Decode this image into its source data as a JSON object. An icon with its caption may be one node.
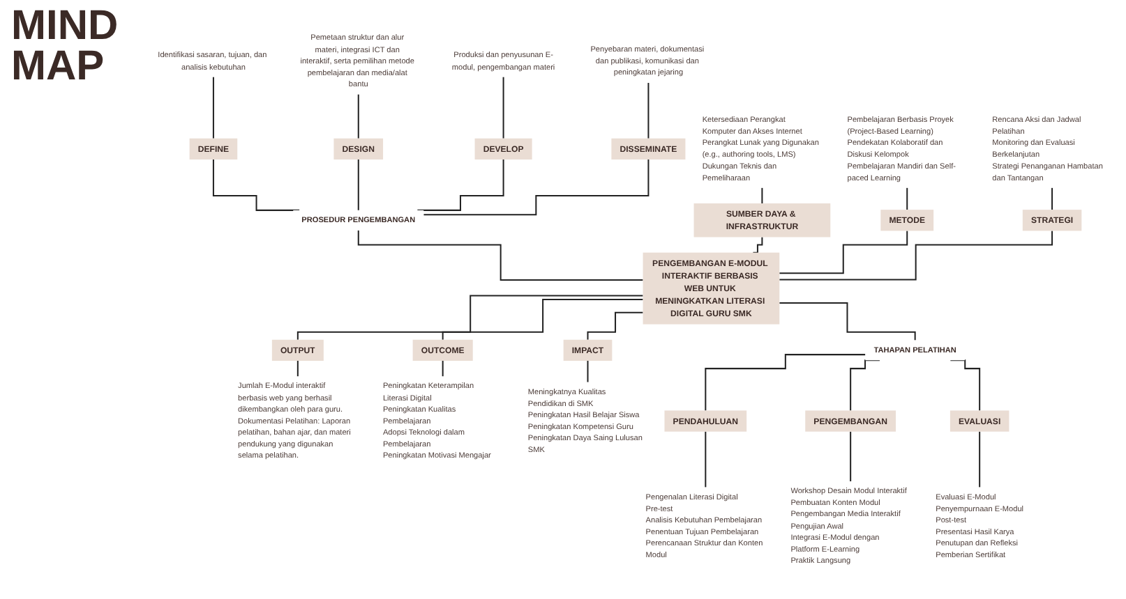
{
  "diagram": {
    "title": "MIND MAP",
    "nodes": [
      {
        "text": [
          "Identifikasi sasaran, tujuan, dan analisis kebutuhan"
        ]
      },
      {
        "text": [
          "Pemetaan struktur dan alur materi, integrasi ICT dan interaktif, serta pemilihan metode pembelajaran dan media/alat bantu"
        ]
      },
      {
        "text": [
          "Produksi dan penyusunan E-modul, pengembangan materi"
        ]
      },
      {
        "text": [
          "Penyebaran materi, dokumentasi dan publikasi, komunikasi dan peningkatan jejaring"
        ]
      },
      {
        "text": [
          "DEFINE"
        ]
      },
      {
        "text": [
          "DESIGN"
        ]
      },
      {
        "text": [
          "DEVELOP"
        ]
      },
      {
        "text": [
          "DISSEMINATE"
        ]
      },
      {
        "text": [
          "Ketersediaan Perangkat Komputer dan Akses Internet",
          "Perangkat Lunak yang Digunakan (e.g., authoring tools, LMS)",
          "Dukungan Teknis dan Pemeliharaan"
        ]
      },
      {
        "text": [
          "PROSEDUR PENGEMBANGAN"
        ]
      },
      {
        "text": [
          "SUMBER DAYA & INFRASTRUKTUR"
        ]
      },
      {
        "text": [
          "OUTPUT"
        ]
      },
      {
        "text": [
          "Jumlah E-Modul interaktif berbasis web yang berhasil dikembangkan oleh para guru.",
          "Dokumentasi Pelatihan: Laporan pelatihan, bahan ajar, dan materi pendukung yang digunakan selama pelatihan."
        ]
      },
      {
        "text": [
          "Pembelajaran Berbasis Proyek (Project-Based Learning)",
          "Pendekatan Kolaboratif dan Diskusi Kelompok",
          "Pembelajaran Mandiri dan Self-paced Learning"
        ]
      },
      {
        "text": [
          "METODE"
        ]
      },
      {
        "text": [
          "PENGEMBANGAN E-MODUL INTERAKTIF BERBASIS WEB UNTUK MENINGKATKAN LITERASI DIGITAL GURU SMK"
        ]
      },
      {
        "text": [
          "OUTCOME"
        ]
      },
      {
        "text": [
          "Peningkatan Keterampilan Literasi Digital",
          "Peningkatan Kualitas Pembelajaran",
          "Adopsi Teknologi dalam Pembelajaran",
          "Peningkatan Motivasi Mengajar"
        ]
      },
      {
        "text": [
          "Rencana Aksi dan Jadwal Pelatihan",
          "Monitoring dan Evaluasi Berkelanjutan",
          "Strategi Penanganan Hambatan dan Tantangan"
        ]
      },
      {
        "text": [
          "STRATEGI"
        ]
      },
      {
        "text": [
          "IMPACT"
        ]
      },
      {
        "text": [
          "Meningkatnya Kualitas Pendidikan di SMK",
          "Peningkatan Hasil Belajar Siswa",
          "Peningkatan Kompetensi Guru",
          "Peningkatan Daya Saing Lulusan SMK"
        ]
      },
      {
        "text": [
          "TAHAPAN PELATIHAN"
        ]
      },
      {
        "text": [
          "PENDAHULUAN"
        ]
      },
      {
        "text": [
          "PENGEMBANGAN"
        ]
      },
      {
        "text": [
          "EVALUASI"
        ]
      },
      {
        "text": [
          "Pengenalan Literasi Digital",
          "Pre-test",
          "Analisis Kebutuhan Pembelajaran",
          "Penentuan Tujuan Pembelajaran",
          "Perencanaan Struktur dan Konten Modul"
        ]
      },
      {
        "text": [
          "Workshop Desain Modul Interaktif",
          "Pembuatan Konten Modul",
          "Pengembangan Media Interaktif",
          "Pengujian Awal",
          "Integrasi E-Modul dengan Platform E-Learning",
          "Praktik Langsung"
        ]
      },
      {
        "text": [
          "Evaluasi E-Modul",
          "Penyempurnaan E-Modul",
          "Post-test",
          "Presentasi Hasil Karya",
          "Penutupan dan Refleksi",
          "Pemberian Sertifikat"
        ]
      }
    ],
    "edges": [
      {
        "from": 0,
        "to": 4,
        "arrow": "none"
      },
      {
        "from": 1,
        "to": 5,
        "arrow": "none"
      },
      {
        "from": 2,
        "to": 6,
        "arrow": "none"
      },
      {
        "from": 3,
        "to": 7,
        "arrow": "none"
      },
      {
        "from": 4,
        "to": 9,
        "arrow": "none"
      },
      {
        "from": 5,
        "to": 9,
        "arrow": "none"
      },
      {
        "from": 6,
        "to": 9,
        "arrow": "none"
      },
      {
        "from": 7,
        "to": 9,
        "arrow": "none"
      },
      {
        "from": 9,
        "to": 15,
        "arrow": "none"
      },
      {
        "from": 8,
        "to": 10,
        "arrow": "none"
      },
      {
        "from": 10,
        "to": 15,
        "arrow": "none"
      },
      {
        "from": 13,
        "to": 14,
        "arrow": "none"
      },
      {
        "from": 14,
        "to": 15,
        "arrow": "none"
      },
      {
        "from": 18,
        "to": 19,
        "arrow": "none"
      },
      {
        "from": 19,
        "to": 15,
        "arrow": "none"
      },
      {
        "from": 15,
        "to": 11,
        "arrow": "none"
      },
      {
        "from": 11,
        "to": 12,
        "arrow": "none"
      },
      {
        "from": 15,
        "to": 16,
        "arrow": "none"
      },
      {
        "from": 16,
        "to": 17,
        "arrow": "none"
      },
      {
        "from": 15,
        "to": 20,
        "arrow": "none"
      },
      {
        "from": 20,
        "to": 21,
        "arrow": "none"
      },
      {
        "from": 15,
        "to": 22,
        "arrow": "none"
      },
      {
        "from": 22,
        "to": 23,
        "arrow": "none"
      },
      {
        "from": 22,
        "to": 24,
        "arrow": "none"
      },
      {
        "from": 22,
        "to": 25,
        "arrow": "none"
      },
      {
        "from": 23,
        "to": 26,
        "arrow": "none"
      },
      {
        "from": 24,
        "to": 27,
        "arrow": "none"
      },
      {
        "from": 25,
        "to": 28,
        "arrow": "none"
      }
    ]
  }
}
